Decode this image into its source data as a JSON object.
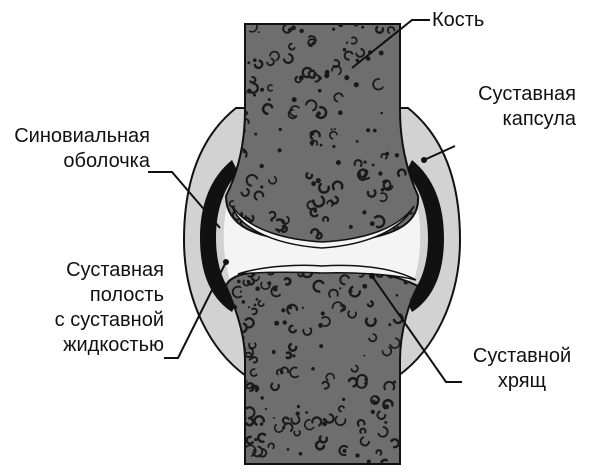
{
  "labels": {
    "bone": "Кость",
    "capsule": [
      "Суставная",
      "капсула"
    ],
    "synovial": [
      "Синовиальная",
      "оболочка"
    ],
    "cavity": [
      "Суставная",
      "полость",
      "с суставной",
      "жидкостью"
    ],
    "cartilage": [
      "Суставной",
      "хрящ"
    ]
  },
  "colors": {
    "bone": "#6e6e6e",
    "bone_texture": "#1a1a1a",
    "capsule": "#d2d2d2",
    "synovial": "#111111",
    "cartilage": "#f4f4f4",
    "outline": "#111111",
    "background": "#ffffff"
  }
}
